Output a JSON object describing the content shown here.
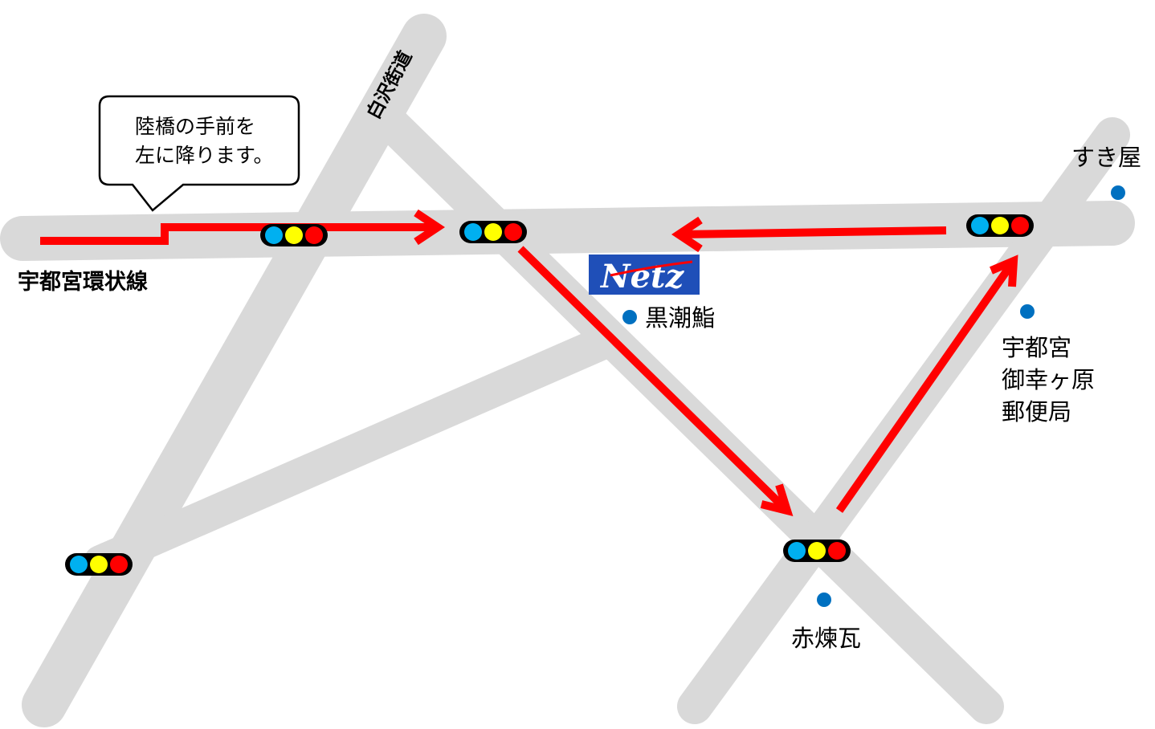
{
  "roads": {
    "ring_road": "宇都宮環状線",
    "shirasawa_road": "白沢街道"
  },
  "callout": {
    "line1": "陸橋の手前を",
    "line2": "左に降ります。"
  },
  "landmarks": {
    "sukiya": "すき屋",
    "kuroshio": "黒潮鮨",
    "post_office_line1": "宇都宮",
    "post_office_line2": "御幸ヶ原",
    "post_office_line3": "郵便局",
    "akarenga": "赤煉瓦"
  },
  "logo": {
    "text": "Netz"
  },
  "colors": {
    "road": "#d9d9d9",
    "route": "#ff0000",
    "signal_blue": "#00b0f0",
    "signal_yellow": "#ffff00",
    "signal_red": "#ff0000",
    "marker": "#0070c0",
    "logo_bg": "#1f4fb8"
  },
  "icons": {
    "traffic_signal": "traffic-light-icon",
    "landmark_marker": "location-dot-icon",
    "route_arrow": "red-arrow-icon"
  }
}
